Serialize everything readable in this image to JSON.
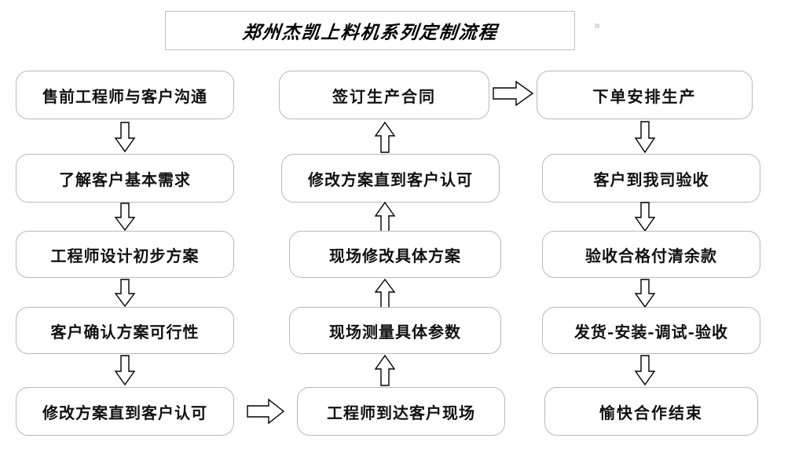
{
  "title": {
    "text": "郑州杰凯上料机系列定制流程"
  },
  "columns": [
    {
      "id": "column-1",
      "direction": "down",
      "nodes": [
        {
          "label": "售前工程师与客户沟通"
        },
        {
          "label": "了解客户基本需求"
        },
        {
          "label": "工程师设计初步方案"
        },
        {
          "label": "客户确认方案可行性"
        },
        {
          "label": "修改方案直到客户认可"
        }
      ]
    },
    {
      "id": "column-2",
      "direction": "up",
      "nodes": [
        {
          "label": "签订生产合同"
        },
        {
          "label": "修改方案直到客户认可"
        },
        {
          "label": "现场修改具体方案"
        },
        {
          "label": "现场测量具体参数"
        },
        {
          "label": "工程师到达客户现场"
        }
      ]
    },
    {
      "id": "column-3",
      "direction": "down",
      "nodes": [
        {
          "label": "下单安排生产"
        },
        {
          "label": "客户到我司验收"
        },
        {
          "label": "验收合格付清余款"
        },
        {
          "label": "发货-安装-调试-验收"
        },
        {
          "label": "愉快合作结束"
        }
      ]
    }
  ],
  "connectors": {
    "col1_down": "arrow-down",
    "col2_up": "arrow-up",
    "col3_down": "arrow-down",
    "col1_to_col2": "arrow-right",
    "col2_to_col3": "arrow-right"
  },
  "colors": {
    "box_border": "#b9b9b9",
    "title_border": "#bdbdbd",
    "text": "#111111",
    "arrow_stroke": "#000000",
    "arrow_fill": "#ffffff",
    "background": "#ffffff"
  }
}
